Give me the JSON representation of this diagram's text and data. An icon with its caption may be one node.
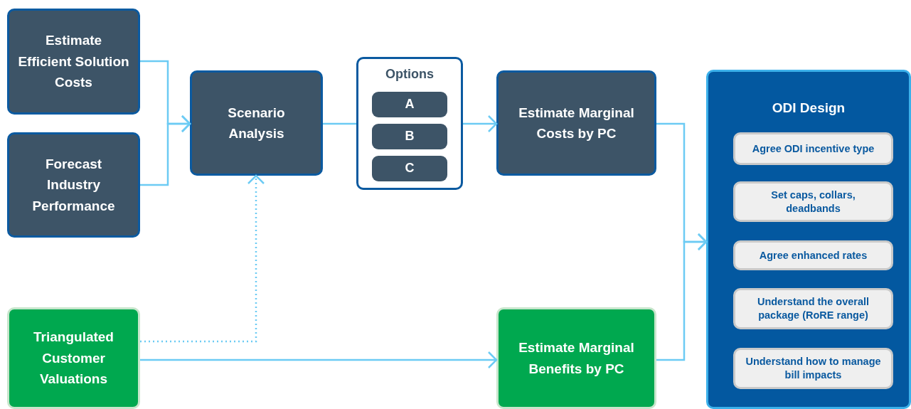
{
  "diagram": {
    "nodes": [
      {
        "text": [
          "Estimate Efficient Solution Costs"
        ]
      },
      {
        "text": [
          "Forecast Industry Performance"
        ]
      },
      {
        "text": [
          "Scenario Analysis"
        ]
      },
      {
        "text": [
          "Options"
        ]
      },
      {
        "text": [
          "A"
        ],
        "in": 3
      },
      {
        "text": [
          "B"
        ],
        "in": 3
      },
      {
        "text": [
          "C"
        ],
        "in": 3
      },
      {
        "text": [
          "Estimate Marginal Costs by PC"
        ]
      },
      {
        "text": [
          "ODI Design"
        ]
      },
      {
        "text": [
          "Agree ODI incentive type"
        ],
        "in": 8
      },
      {
        "text": [
          "Set caps, collars, deadbands"
        ],
        "in": 8
      },
      {
        "text": [
          "Agree enhanced rates"
        ],
        "in": 8
      },
      {
        "text": [
          "Understand the overall package (RoRE range)"
        ],
        "in": 8
      },
      {
        "text": [
          "Understand how to manage bill impacts"
        ],
        "in": 8
      },
      {
        "text": [
          "Triangulated Customer Valuations"
        ]
      },
      {
        "text": [
          "Estimate Marginal Benefits by PC"
        ]
      }
    ],
    "edges": [
      {
        "from": 0,
        "to": 2,
        "arrow": "to"
      },
      {
        "from": 1,
        "to": 2,
        "arrow": "to"
      },
      {
        "from": 14,
        "to": 2,
        "arrow": "to",
        "style": "dashed"
      },
      {
        "from": 2,
        "to": 3,
        "arrow": "none"
      },
      {
        "from": 3,
        "to": 7,
        "arrow": "to"
      },
      {
        "from": 7,
        "to": 8,
        "arrow": "to"
      },
      {
        "from": 15,
        "to": 8,
        "arrow": "to"
      },
      {
        "from": 14,
        "to": 15,
        "arrow": "to"
      }
    ]
  }
}
